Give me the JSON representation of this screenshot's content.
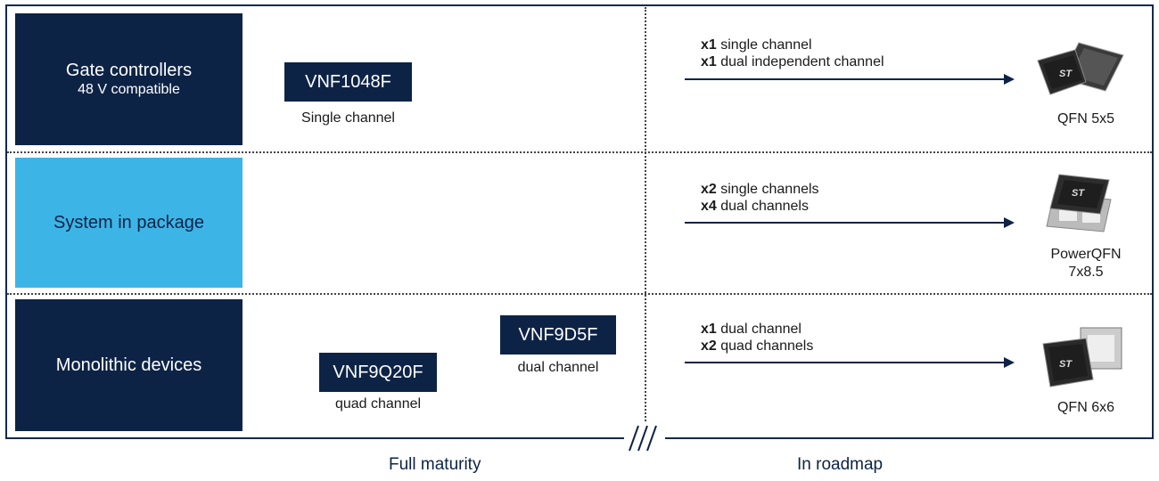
{
  "categories": [
    {
      "title": "Gate controllers",
      "subtitle": "48 V compatible"
    },
    {
      "title": "System in package",
      "subtitle": ""
    },
    {
      "title": "Monolithic devices",
      "subtitle": ""
    }
  ],
  "products": [
    {
      "name": "VNF1048F",
      "label": "Single channel"
    },
    {
      "name": "VNF9D5F",
      "label": "dual channel"
    },
    {
      "name": "VNF9Q20F",
      "label": "quad channel"
    }
  ],
  "roadmap": [
    {
      "lines": [
        {
          "count": "x1",
          "text": " single channel"
        },
        {
          "count": "x1",
          "text": " dual independent channel"
        }
      ],
      "package": "QFN 5x5",
      "package2": ""
    },
    {
      "lines": [
        {
          "count": "x2",
          "text": " single channels"
        },
        {
          "count": "x4",
          "text": " dual channels"
        }
      ],
      "package": "PowerQFN",
      "package2": "7x8.5"
    },
    {
      "lines": [
        {
          "count": "x1",
          "text": " dual channel"
        },
        {
          "count": "x2",
          "text": " quad channels"
        }
      ],
      "package": "QFN 6x6",
      "package2": ""
    }
  ],
  "footer": {
    "left": "Full maturity",
    "right": "In roadmap"
  },
  "colors": {
    "dark_navy": "#0d2346",
    "light_blue": "#3db4e6"
  },
  "chip_logo": "ST"
}
